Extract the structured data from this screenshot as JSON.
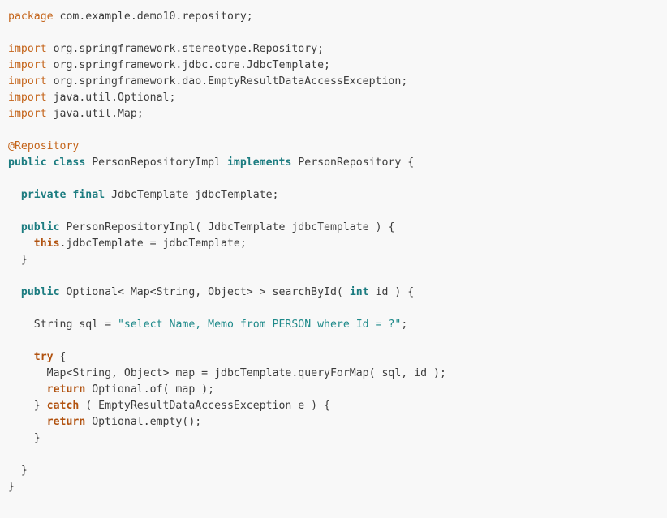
{
  "code": {
    "lines": [
      [
        {
          "t": "package",
          "c": "kw-orange"
        },
        {
          "t": " com.example.demo10.repository;",
          "c": "plain"
        }
      ],
      [],
      [
        {
          "t": "import",
          "c": "kw-orange"
        },
        {
          "t": " org.springframework.stereotype.Repository;",
          "c": "plain"
        }
      ],
      [
        {
          "t": "import",
          "c": "kw-orange"
        },
        {
          "t": " org.springframework.jdbc.core.JdbcTemplate;",
          "c": "plain"
        }
      ],
      [
        {
          "t": "import",
          "c": "kw-orange"
        },
        {
          "t": " org.springframework.dao.EmptyResultDataAccessException;",
          "c": "plain"
        }
      ],
      [
        {
          "t": "import",
          "c": "kw-orange"
        },
        {
          "t": " java.util.Optional;",
          "c": "plain"
        }
      ],
      [
        {
          "t": "import",
          "c": "kw-orange"
        },
        {
          "t": " java.util.Map;",
          "c": "plain"
        }
      ],
      [],
      [
        {
          "t": "@Repository",
          "c": "anno"
        }
      ],
      [
        {
          "t": "public",
          "c": "kw-teal"
        },
        {
          "t": " ",
          "c": "plain"
        },
        {
          "t": "class",
          "c": "kw-teal"
        },
        {
          "t": " PersonRepositoryImpl ",
          "c": "plain"
        },
        {
          "t": "implements",
          "c": "kw-teal"
        },
        {
          "t": " PersonRepository {",
          "c": "plain"
        }
      ],
      [],
      [
        {
          "t": "  ",
          "c": "plain"
        },
        {
          "t": "private",
          "c": "kw-teal"
        },
        {
          "t": " ",
          "c": "plain"
        },
        {
          "t": "final",
          "c": "kw-teal"
        },
        {
          "t": " JdbcTemplate jdbcTemplate;",
          "c": "plain"
        }
      ],
      [],
      [
        {
          "t": "  ",
          "c": "plain"
        },
        {
          "t": "public",
          "c": "kw-teal"
        },
        {
          "t": " PersonRepositoryImpl( JdbcTemplate jdbcTemplate ) {",
          "c": "plain"
        }
      ],
      [
        {
          "t": "    ",
          "c": "plain"
        },
        {
          "t": "this",
          "c": "kw-brown"
        },
        {
          "t": ".jdbcTemplate = jdbcTemplate;",
          "c": "plain"
        }
      ],
      [
        {
          "t": "  }",
          "c": "plain"
        }
      ],
      [],
      [
        {
          "t": "  ",
          "c": "plain"
        },
        {
          "t": "public",
          "c": "kw-teal"
        },
        {
          "t": " Optional< Map<String, Object> > searchById( ",
          "c": "plain"
        },
        {
          "t": "int",
          "c": "kw-teal"
        },
        {
          "t": " id ) {",
          "c": "plain"
        }
      ],
      [],
      [
        {
          "t": "    String sql = ",
          "c": "plain"
        },
        {
          "t": "\"select Name, Memo from PERSON where Id = ?\"",
          "c": "str"
        },
        {
          "t": ";",
          "c": "plain"
        }
      ],
      [],
      [
        {
          "t": "    ",
          "c": "plain"
        },
        {
          "t": "try",
          "c": "kw-brown"
        },
        {
          "t": " {",
          "c": "plain"
        }
      ],
      [
        {
          "t": "      Map<String, Object> map = jdbcTemplate.queryForMap( sql, id );",
          "c": "plain"
        }
      ],
      [
        {
          "t": "      ",
          "c": "plain"
        },
        {
          "t": "return",
          "c": "kw-brown"
        },
        {
          "t": " Optional.of( map );",
          "c": "plain"
        }
      ],
      [
        {
          "t": "    } ",
          "c": "plain"
        },
        {
          "t": "catch",
          "c": "kw-brown"
        },
        {
          "t": " ( EmptyResultDataAccessException e ) {",
          "c": "plain"
        }
      ],
      [
        {
          "t": "      ",
          "c": "plain"
        },
        {
          "t": "return",
          "c": "kw-brown"
        },
        {
          "t": " Optional.empty();",
          "c": "plain"
        }
      ],
      [
        {
          "t": "    }",
          "c": "plain"
        }
      ],
      [],
      [
        {
          "t": "  }",
          "c": "plain"
        }
      ],
      [
        {
          "t": "}",
          "c": "plain"
        }
      ]
    ]
  },
  "colors": {
    "background": "#f8f8f8",
    "keyword_orange": "#c4641a",
    "keyword_teal": "#1c7c80",
    "keyword_brown": "#b1520f",
    "string": "#1f8a8a",
    "text": "#3c3c3c"
  }
}
